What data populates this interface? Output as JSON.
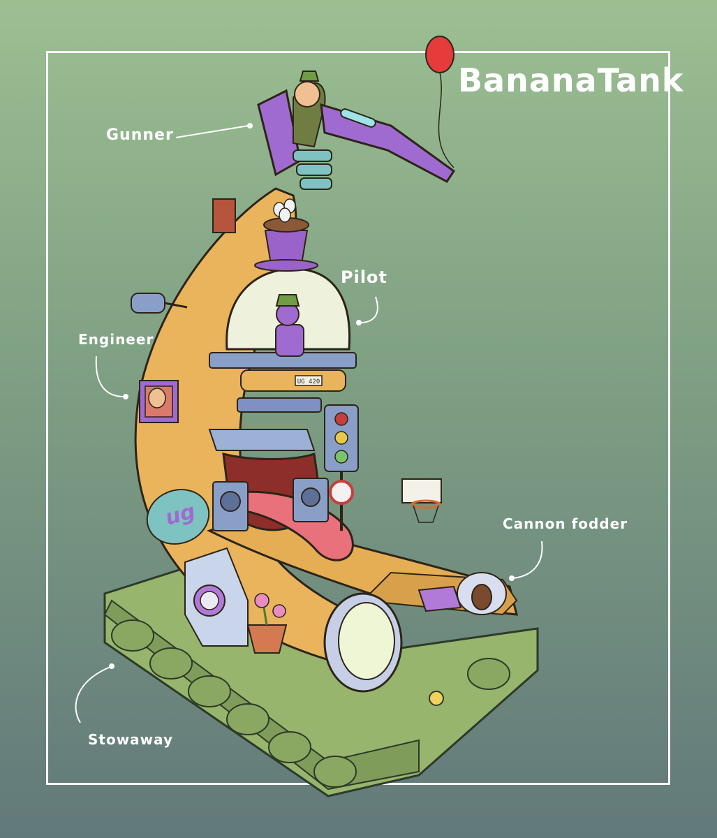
{
  "title": "BananaTank",
  "labels": {
    "gunner": "Gunner",
    "pilot": "Pilot",
    "engineer": "Engineer",
    "cannon_fodder": "Cannon fodder",
    "stowaway": "Stowaway"
  },
  "plate": "UG 420",
  "colors": {
    "frame": "#ffffff",
    "banana": "#e9b45c",
    "tank": "#97b56d",
    "purple": "#a06bd0",
    "balloon": "#e53b3b"
  }
}
